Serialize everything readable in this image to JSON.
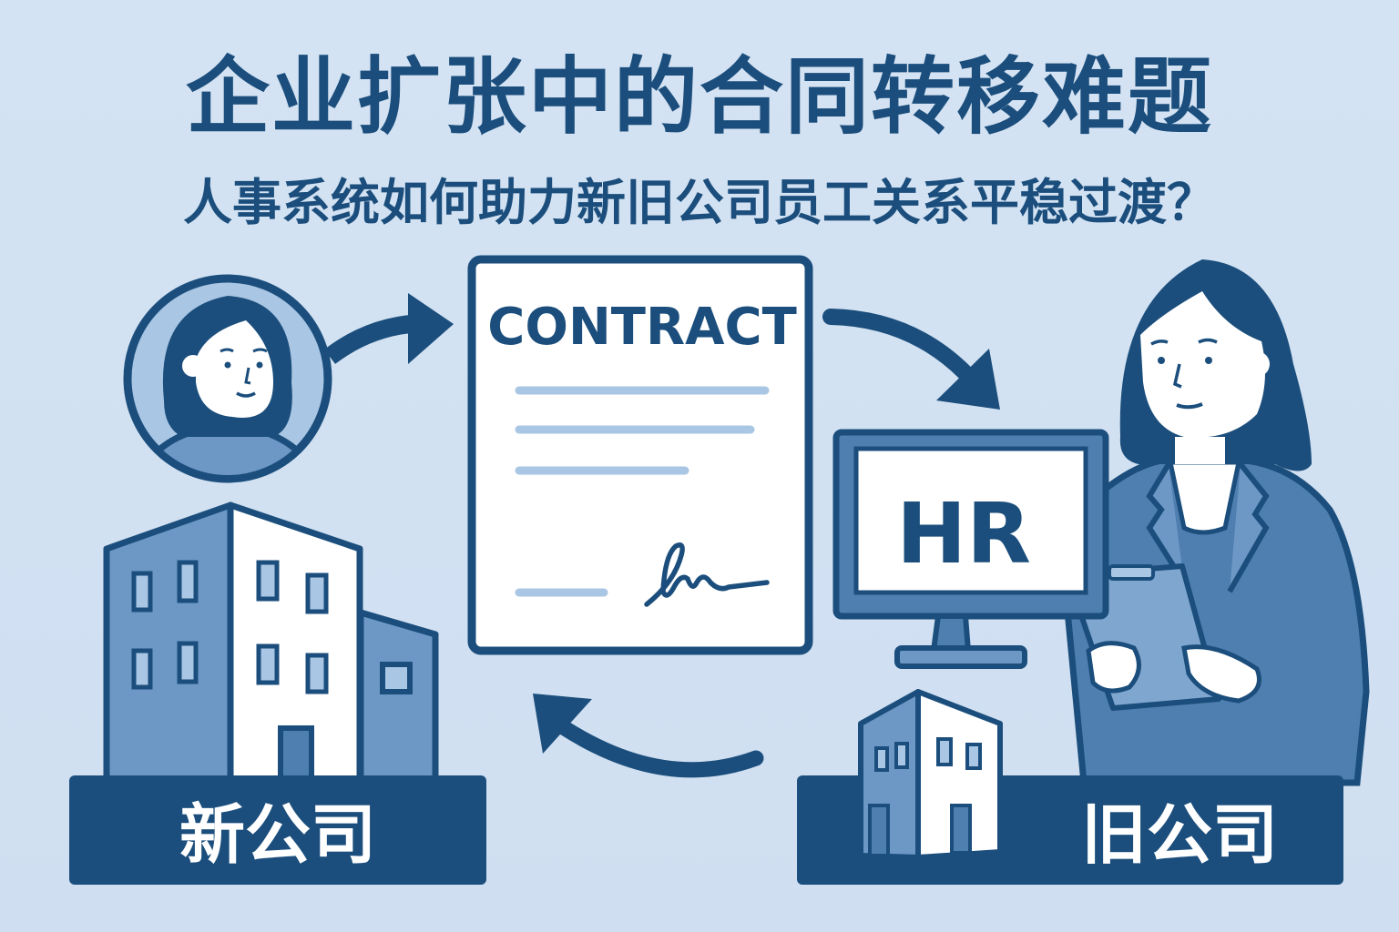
{
  "header": {
    "title": "企业扩张中的合同转移难题",
    "subtitle": "人事系统如何助力新旧公司员工关系平稳过渡？"
  },
  "contract": {
    "heading": "CONTRACT",
    "signature": "signature-scribble"
  },
  "monitor": {
    "screen_text": "HR"
  },
  "companies": {
    "new": "新公司",
    "old": "旧公司"
  },
  "colors": {
    "background": "#d4e3f3",
    "primary_dark": "#1b4e7c",
    "mid_blue": "#4f7fb0",
    "light_blue": "#a9c6e4",
    "white": "#ffffff"
  },
  "icons": {
    "employee_avatar": "employee-avatar-icon",
    "arrow_to_contract": "curved-arrow-right-icon",
    "arrow_to_hr": "curved-arrow-down-right-icon",
    "arrow_back": "curved-arrow-up-left-icon",
    "new_building": "office-building-icon",
    "old_building": "small-building-icon",
    "hr_person": "hr-woman-with-clipboard"
  }
}
